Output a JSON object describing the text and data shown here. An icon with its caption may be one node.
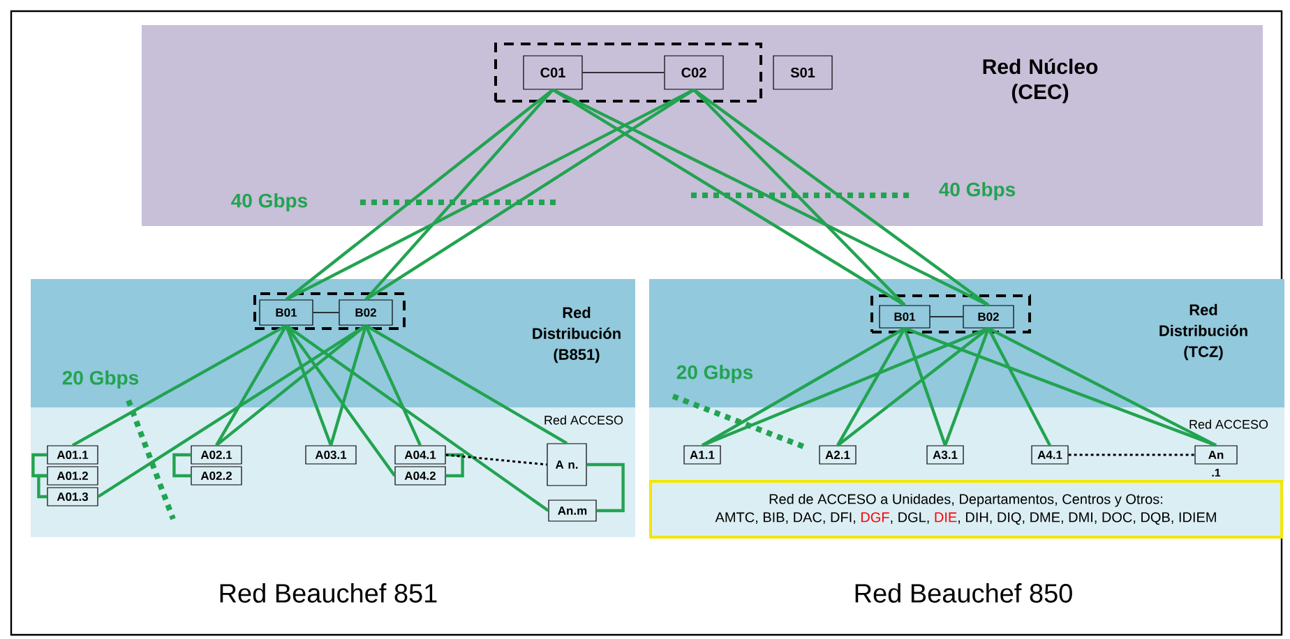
{
  "diagram": {
    "nodes": [
      {
        "text": [
          "Red Núcleo (CEC)"
        ]
      },
      {
        "text": [],
        "shape": "box",
        "in": 0
      },
      {
        "text": [
          "C01"
        ],
        "in": 1
      },
      {
        "text": [
          "C02"
        ],
        "in": 1
      },
      {
        "text": [
          "S01"
        ],
        "in": 0
      },
      {
        "text": [
          "Red Distribución (B851)"
        ]
      },
      {
        "text": [],
        "shape": "box",
        "in": 5
      },
      {
        "text": [
          "B01"
        ],
        "in": 6
      },
      {
        "text": [
          "B02"
        ],
        "in": 6
      },
      {
        "text": [
          "Red ACCESO"
        ]
      },
      {
        "text": [
          "A01.1"
        ],
        "in": 9
      },
      {
        "text": [
          "A01.2"
        ],
        "in": 9
      },
      {
        "text": [
          "A01.3"
        ],
        "in": 9
      },
      {
        "text": [
          "A02.1"
        ],
        "in": 9
      },
      {
        "text": [
          "A02.2"
        ],
        "in": 9
      },
      {
        "text": [
          "A03.1"
        ],
        "in": 9
      },
      {
        "text": [
          "A04.1"
        ],
        "in": 9
      },
      {
        "text": [
          "A04.2"
        ],
        "in": 9
      },
      {
        "text": [
          "A n."
        ],
        "in": 9
      },
      {
        "text": [
          "An.m"
        ],
        "in": 9
      },
      {
        "text": [
          "Red Distribución (TCZ)"
        ]
      },
      {
        "text": [],
        "shape": "box",
        "in": 20
      },
      {
        "text": [
          "B01"
        ],
        "in": 21
      },
      {
        "text": [
          "B02"
        ],
        "in": 21
      },
      {
        "text": [
          "Red ACCESO"
        ]
      },
      {
        "text": [
          "A1.1"
        ],
        "in": 24
      },
      {
        "text": [
          "A2.1"
        ],
        "in": 24
      },
      {
        "text": [
          "A3.1"
        ],
        "in": 24
      },
      {
        "text": [
          "A4.1"
        ],
        "in": 24
      },
      {
        "text": [
          "An"
        ],
        "beside": [
          ".1"
        ],
        "in": 24
      },
      {
        "text": [
          "Red de ACCESO a Unidades, Departamentos, Centros y Otros:",
          "AMTC, BIB, DAC, DFI,",
          "DGF",
          ", DGL,",
          "DIE",
          ", DIH, DIQ, DME, DMI, DOC, DQB, IDIEM"
        ]
      }
    ],
    "edges": [
      {
        "from": 2,
        "to": 3,
        "arrow": "none",
        "color": "#000000"
      },
      {
        "from": 7,
        "to": 8,
        "arrow": "none",
        "color": "#000000"
      },
      {
        "from": 22,
        "to": 23,
        "arrow": "none",
        "color": "#000000"
      },
      {
        "from": 2,
        "to": 7,
        "arrow": "none"
      },
      {
        "from": 2,
        "to": 8,
        "arrow": "none"
      },
      {
        "from": 3,
        "to": 7,
        "arrow": "none"
      },
      {
        "from": 3,
        "to": 8,
        "arrow": "none"
      },
      {
        "from": 2,
        "to": 22,
        "arrow": "none"
      },
      {
        "from": 2,
        "to": 23,
        "arrow": "none"
      },
      {
        "from": 3,
        "to": 22,
        "arrow": "none"
      },
      {
        "from": 3,
        "to": 23,
        "arrow": "none"
      },
      {
        "from": 7,
        "to": 10,
        "arrow": "none"
      },
      {
        "from": 7,
        "to": 13,
        "arrow": "none"
      },
      {
        "from": 7,
        "to": 15,
        "arrow": "none"
      },
      {
        "from": 7,
        "to": 17,
        "arrow": "none"
      },
      {
        "from": 7,
        "to": 19,
        "arrow": "none"
      },
      {
        "from": 8,
        "to": 12,
        "arrow": "none"
      },
      {
        "from": 8,
        "to": 13,
        "arrow": "none"
      },
      {
        "from": 8,
        "to": 15,
        "arrow": "none"
      },
      {
        "from": 8,
        "to": 16,
        "arrow": "none"
      },
      {
        "from": 8,
        "to": 18,
        "arrow": "none"
      },
      {
        "from": 10,
        "to": 11,
        "arrow": "none"
      },
      {
        "from": 11,
        "to": 12,
        "arrow": "none"
      },
      {
        "from": 13,
        "to": 14,
        "arrow": "none"
      },
      {
        "from": 16,
        "to": 17,
        "arrow": "none"
      },
      {
        "from": 18,
        "to": 19,
        "arrow": "none"
      },
      {
        "from": 16,
        "to": 18,
        "arrow": "none",
        "style": "dashed",
        "color": "#000000"
      },
      {
        "from": 22,
        "to": 25,
        "arrow": "none"
      },
      {
        "from": 22,
        "to": 26,
        "arrow": "none"
      },
      {
        "from": 22,
        "to": 27,
        "arrow": "none"
      },
      {
        "from": 22,
        "to": 29,
        "arrow": "none"
      },
      {
        "from": 23,
        "to": 25,
        "arrow": "none"
      },
      {
        "from": 23,
        "to": 26,
        "arrow": "none"
      },
      {
        "from": 23,
        "to": 27,
        "arrow": "none"
      },
      {
        "from": 23,
        "to": 28,
        "arrow": "none"
      },
      {
        "from": 23,
        "to": 29,
        "arrow": "none"
      },
      {
        "from": 28,
        "to": 29,
        "arrow": "none",
        "style": "dashed",
        "color": "#000000"
      }
    ],
    "labels": [
      "40 Gbps",
      "40 Gbps",
      "20 Gbps",
      "20 Gbps",
      "Red Beauchef 851",
      "Red Beauchef 850"
    ]
  }
}
